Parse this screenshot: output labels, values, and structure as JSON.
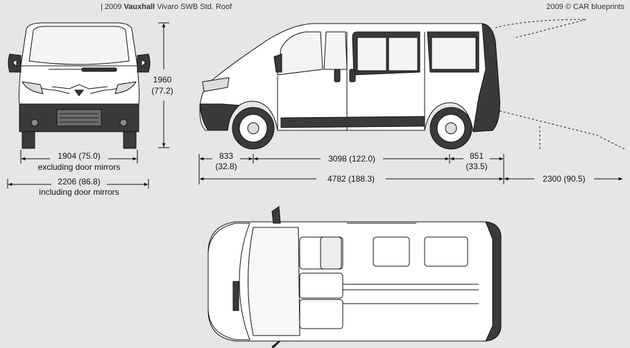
{
  "header": {
    "prefix": "| 2009 ",
    "make": "Vauxhall",
    "model": " Vivaro SWB Std. Roof",
    "credit": "2009 © CAR blueprints"
  },
  "dimensions": {
    "height_mm": "1960",
    "height_in": "(77.2)",
    "width_excl": "1904 (75.0)",
    "width_excl_note": "excluding door mirrors",
    "width_incl": "2206 (86.8)",
    "width_incl_note": "including door mirrors",
    "front_overhang_mm": "833",
    "front_overhang_in": "(32.8)",
    "wheelbase": "3098 (122.0)",
    "rear_overhang_mm": "851",
    "rear_overhang_in": "(33.5)",
    "length": "4782 (188.3)",
    "door_clearance": "2300 (90.5)"
  },
  "colors": {
    "background": "#e6e6e6",
    "line": "#111111",
    "body_shade": "#3a3a3a"
  }
}
